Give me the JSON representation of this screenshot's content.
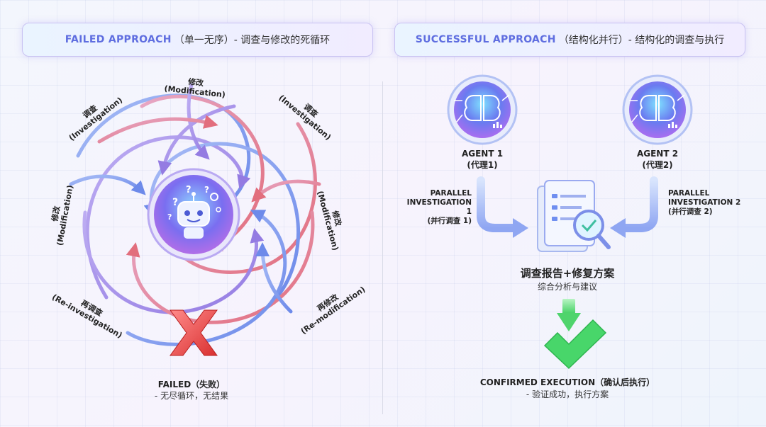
{
  "failed_header": {
    "en": "FAILED APPROACH",
    "zh": "（单一无序）- 调查与修改的死循环"
  },
  "success_header": {
    "en": "SUCCESSFUL APPROACH",
    "zh": "（结构化并行）- 结构化的调查与执行"
  },
  "loop_labels": {
    "investigation_left": {
      "zh": "调查",
      "en": "(Investigation)"
    },
    "modification_top": {
      "zh": "修改",
      "en": "(Modification)"
    },
    "investigation_right": {
      "zh": "调查",
      "en": "(Investigation)"
    },
    "modification_right": {
      "zh": "修改",
      "en": "(Modification)"
    },
    "modification_left": {
      "zh": "修改",
      "en": "(Modification)"
    },
    "reinvestigation": {
      "zh": "再调查",
      "en": "(Re-investigation)"
    },
    "remodification": {
      "zh": "再修改",
      "en": "(Re-modification)"
    }
  },
  "failed": {
    "title": "FAILED（失败）",
    "subtitle": "- 无尽循环，无结果"
  },
  "agent1": {
    "name": "AGENT 1",
    "zh": "(代理1)"
  },
  "agent2": {
    "name": "AGENT 2",
    "zh": "(代理2)"
  },
  "parallel1": {
    "line1": "PARALLEL",
    "line2": "INVESTIGATION 1",
    "line3": "(并行调查 1)"
  },
  "parallel2": {
    "line1": "PARALLEL",
    "line2": "INVESTIGATION 2",
    "line3": "(并行调查 2)"
  },
  "report": {
    "title": "调查报告+修复方案",
    "subtitle": "综合分析与建议"
  },
  "confirmed": {
    "title": "CONFIRMED EXECUTION（确认后执行）",
    "subtitle": "- 验证成功，执行方案"
  },
  "colors": {
    "blue": "#6f8ff0",
    "purple": "#9a7fe6",
    "red": "#e0707e",
    "green": "#48d66a",
    "accent": "#5f6ee0"
  },
  "icons": [
    "robot-icon",
    "brain-circuit-icon",
    "document-magnifier-icon",
    "red-x-icon",
    "checkmark-icon"
  ]
}
